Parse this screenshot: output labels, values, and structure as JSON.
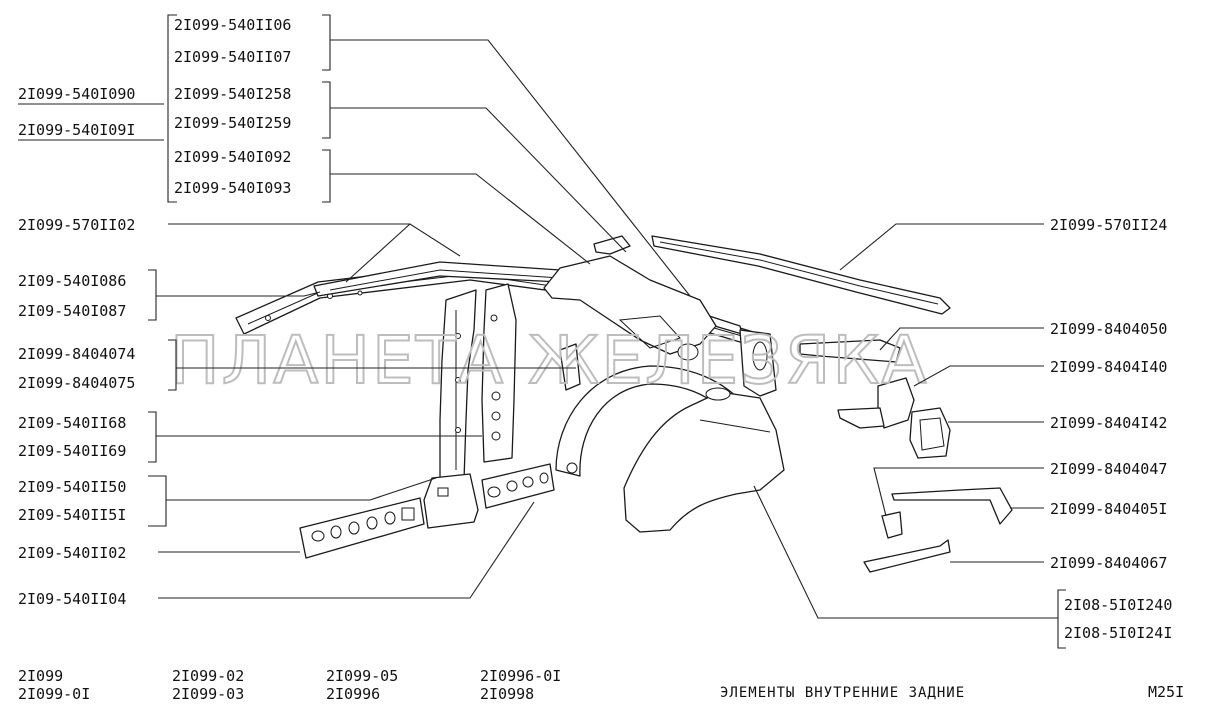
{
  "labels_left": [
    {
      "id": "l1",
      "text": "2I099-540II06"
    },
    {
      "id": "l2",
      "text": "2I099-540II07"
    },
    {
      "id": "l3",
      "text": "2I099-540I090"
    },
    {
      "id": "l4",
      "text": "2I099-540I258"
    },
    {
      "id": "l5",
      "text": "2I099-540I09I"
    },
    {
      "id": "l6",
      "text": "2I099-540I259"
    },
    {
      "id": "l7",
      "text": "2I099-540I092"
    },
    {
      "id": "l8",
      "text": "2I099-540I093"
    },
    {
      "id": "l9",
      "text": "2I099-570II02"
    },
    {
      "id": "l10",
      "text": "2I09-540I086"
    },
    {
      "id": "l11",
      "text": "2I09-540I087"
    },
    {
      "id": "l12",
      "text": "2I099-8404074"
    },
    {
      "id": "l13",
      "text": "2I099-8404075"
    },
    {
      "id": "l14",
      "text": "2I09-540II68"
    },
    {
      "id": "l15",
      "text": "2I09-540II69"
    },
    {
      "id": "l16",
      "text": "2I09-540II50"
    },
    {
      "id": "l17",
      "text": "2I09-540II5I"
    },
    {
      "id": "l18",
      "text": "2I09-540II02"
    },
    {
      "id": "l19",
      "text": "2I09-540II04"
    }
  ],
  "labels_right": [
    {
      "id": "r1",
      "text": "2I099-570II24"
    },
    {
      "id": "r2",
      "text": "2I099-8404050"
    },
    {
      "id": "r3",
      "text": "2I099-8404I40"
    },
    {
      "id": "r4",
      "text": "2I099-8404I42"
    },
    {
      "id": "r5",
      "text": "2I099-8404047"
    },
    {
      "id": "r6",
      "text": "2I099-840405I"
    },
    {
      "id": "r7",
      "text": "2I099-8404067"
    },
    {
      "id": "r8",
      "text": "2I08-5I0I240"
    },
    {
      "id": "r9",
      "text": "2I08-5I0I24I"
    }
  ],
  "footer": {
    "models": [
      "2I099",
      "2I099-0I",
      "2I099-02",
      "2I099-03",
      "2I099-05",
      "2I0996",
      "2I0996-0I",
      "2I0998"
    ],
    "title": "ЭЛЕМЕНТЫ ВНУТРЕННИЕ ЗАДНИЕ",
    "code": "M25I"
  },
  "watermark": "ПЛАНЕТА ЖЕЛЕЗЯКА"
}
